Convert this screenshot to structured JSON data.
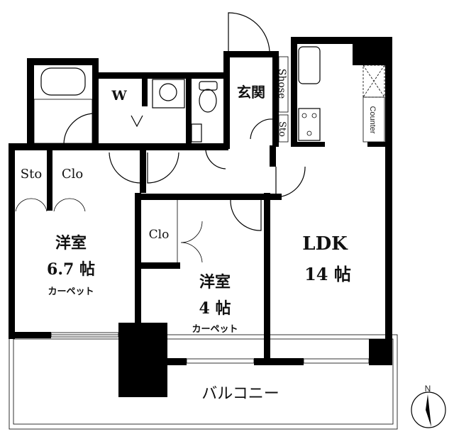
{
  "rooms": {
    "bedroom1": {
      "name": "洋室",
      "size": "6.7 帖",
      "floor": "カーペット"
    },
    "bedroom2": {
      "name": "洋室",
      "size": "4 帖",
      "floor": "カーペット"
    },
    "ldk": {
      "name": "LDK",
      "size": "14 帖"
    },
    "entrance": "玄関",
    "washer": "W",
    "shoe": "Shose",
    "sto_entrance": "Sto",
    "counter": "Counter",
    "sto_bed1": "Sto",
    "clo_bed1": "Clo",
    "clo_bed2": "Clo",
    "balcony": "バルコニー"
  },
  "compass": {
    "label": "N"
  }
}
